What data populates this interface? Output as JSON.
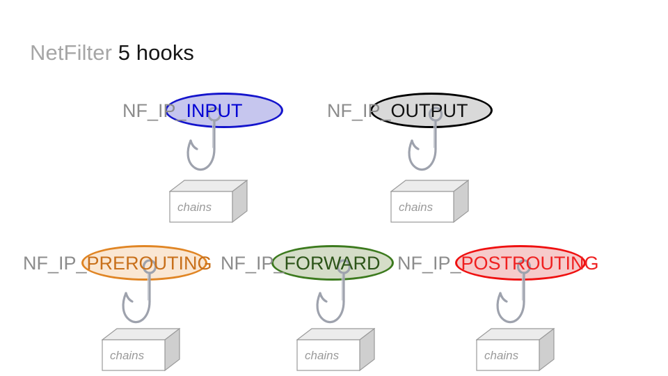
{
  "slide": {
    "background_color": "#ffffff",
    "title": {
      "gray_part": "NetFilter",
      "black_part": "5 hooks",
      "gray_color": "#a6a6a6",
      "black_color": "#161616"
    }
  },
  "hooks": [
    {
      "id": "nf-ip-input",
      "prefix": "NF_IP_",
      "name": "INPUT",
      "full_label": "NF_IP_INPUT",
      "text_color": "#0000d4",
      "border_color": "#1414cc",
      "fill_color": "#c6c6ee",
      "prefix_color": "#8c8c8c",
      "chains_label": "chains"
    },
    {
      "id": "nf-ip-output",
      "prefix": "NF_IP_",
      "name": "OUTPUT",
      "full_label": "NF_IP_OUTPUT",
      "text_color": "#101010",
      "border_color": "#000000",
      "fill_color": "#d9d9d9",
      "prefix_color": "#8c8c8c",
      "chains_label": "chains"
    },
    {
      "id": "nf-ip-prerouting",
      "prefix": "NF_IP_",
      "name": "PREROUTING",
      "full_label": "NF_IP_PREROUTING",
      "text_color": "#c8701b",
      "border_color": "#e08524",
      "fill_color": "#fae7d3",
      "prefix_color": "#8c8c8c",
      "chains_label": "chains"
    },
    {
      "id": "nf-ip-forward",
      "prefix": "NF_IP_",
      "name": "FORWARD",
      "full_label": "NF_IP_FORWARD",
      "text_color": "#2c5418",
      "border_color": "#3c7a1e",
      "fill_color": "#d5ddc8",
      "prefix_color": "#8c8c8c",
      "chains_label": "chains"
    },
    {
      "id": "nf-ip-postrouting",
      "prefix": "NF_IP_",
      "name": "POSTROUTING",
      "full_label": "NF_IP_POSTROUTING",
      "text_color": "#ef2020",
      "border_color": "#ef1010",
      "fill_color": "#f6cbcb",
      "prefix_color": "#8c8c8c",
      "chains_label": "chains"
    }
  ],
  "icons": {
    "hook": "fishhook-icon",
    "box": "chains-box-icon"
  }
}
